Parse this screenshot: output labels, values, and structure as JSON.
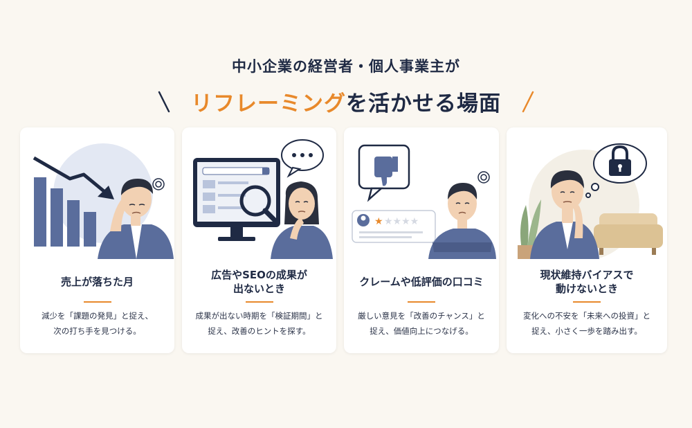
{
  "header": {
    "subtitle": "中小企業の経営者・個人事業主が",
    "title_accent": "リフレーミング",
    "title_rest": "を活かせる場面"
  },
  "colors": {
    "accent": "#e8892b",
    "navy": "#1f2a44",
    "illustration_blue": "#5a6d9c",
    "background": "#faf7f1"
  },
  "cards": [
    {
      "title_line1": "売上が落ちた月",
      "title_line2": "",
      "desc_line1": "減少を「課題の発見」と捉え、",
      "desc_line2": "次の打ち手を見つける。",
      "icon": "falling-bar-chart-icon"
    },
    {
      "title_line1": "広告やSEOの成果が",
      "title_line2": "出ないとき",
      "desc_line1": "成果が出ない時期を「検証期間」と",
      "desc_line2": "捉え、改善のヒントを探す。",
      "icon": "monitor-magnifier-icon"
    },
    {
      "title_line1": "クレームや低評価の口コミ",
      "title_line2": "",
      "desc_line1": "厳しい意見を「改善のチャンス」と",
      "desc_line2": "捉え、価値向上につなげる。",
      "icon": "thumbs-down-review-icon",
      "rating": 1,
      "rating_max": 5
    },
    {
      "title_line1": "現状維持バイアスで",
      "title_line2": "動けないとき",
      "desc_line1": "変化への不安を「未来への投資」と",
      "desc_line2": "捉え、小さく一歩を踏み出す。",
      "icon": "padlock-icon"
    }
  ]
}
